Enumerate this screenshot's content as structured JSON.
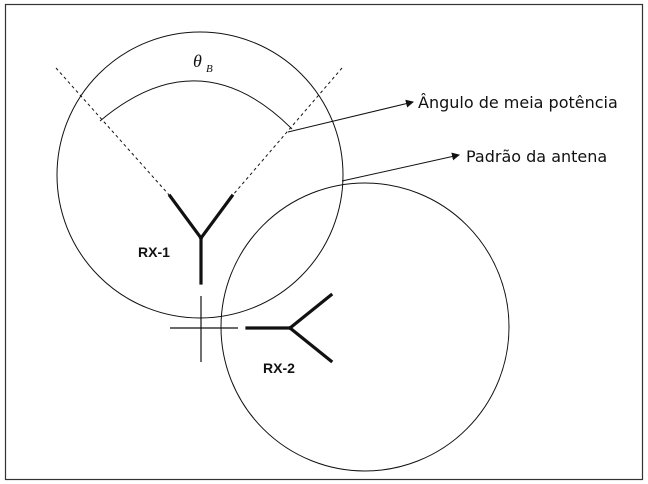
{
  "diagram": {
    "theta_symbol": "θ",
    "theta_subscript": "B",
    "annotations": {
      "half_power_angle": "Ângulo de meia potência",
      "antenna_pattern": "Padrão da antena"
    },
    "receivers": {
      "rx1": "RX-1",
      "rx2": "RX-2"
    }
  },
  "colors": {
    "line": "#111111",
    "border": "#333333",
    "background": "#ffffff"
  }
}
